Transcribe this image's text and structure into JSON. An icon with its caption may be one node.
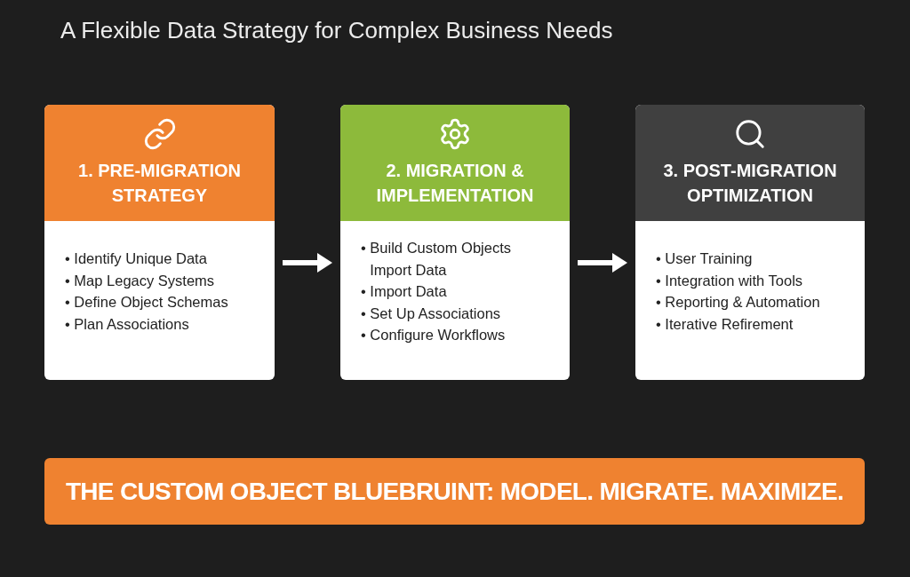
{
  "diagram": {
    "title": "A Flexible Data Strategy for Complex Business Needs",
    "nodes": [
      {
        "text": [
          "1. PRE-MIGRATION STRATEGY",
          "• Identify Unique Data",
          "• Map Legacy Systems",
          "• Define Object Schemas",
          "• Plan Associations"
        ]
      },
      {
        "text": [
          "2. MIGRATION & IMPLEMENTATION",
          "• Build Custom Objects Import Data",
          "• Import Data",
          "• Set Up Associations",
          "• Configure Workflows"
        ]
      },
      {
        "text": [
          "3. POST-MIGRATION OPTIMIZATION",
          "• User Training",
          "• Integration with Tools",
          "• Reporting & Automation",
          "• Iterative Refirement"
        ]
      },
      {
        "text": [
          "THE CUSTOM OBJECT BLUEBRUINT: MODEL. MIGRATE. MAXIMIZE."
        ]
      }
    ],
    "edges": [
      {
        "from": 0,
        "to": 1,
        "arrow": "to"
      },
      {
        "from": 1,
        "to": 2,
        "arrow": "to"
      }
    ]
  }
}
